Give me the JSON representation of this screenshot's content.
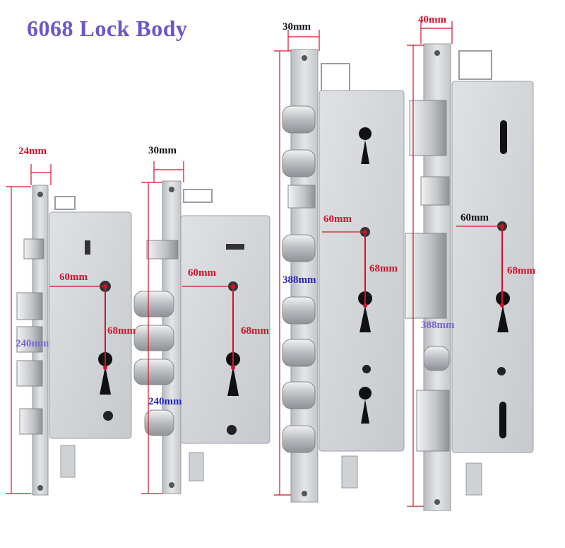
{
  "title": "6068 Lock Body",
  "locks": [
    {
      "width": "24mm",
      "backset": "60mm",
      "center": "68mm",
      "length": "240mm"
    },
    {
      "width": "30mm",
      "backset": "60mm",
      "center": "68mm",
      "length": "240mm"
    },
    {
      "width": "30mm",
      "backset": "60mm",
      "center": "68mm",
      "length": "388mm"
    },
    {
      "width": "40mm",
      "backset": "60mm",
      "center": "68mm",
      "length": "388mm"
    }
  ],
  "colors": {
    "title": "#6b57c9",
    "dimension_red": "#d4122a",
    "steel": "#c9ccd0"
  }
}
